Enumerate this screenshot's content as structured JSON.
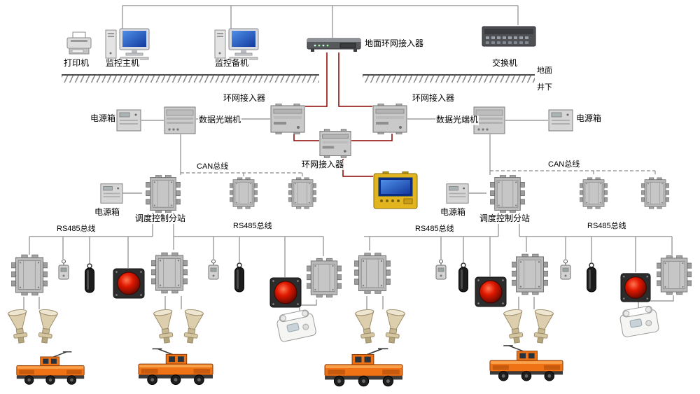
{
  "surface": {
    "printer_label": "打印机",
    "monitor_host_label": "监控主机",
    "monitor_backup_label": "监控备机",
    "ring_access_label": "地面环网接入器",
    "switch_label": "交换机"
  },
  "boundary": {
    "ground_label": "地面",
    "underground_label": "井下"
  },
  "underground": {
    "ring_access_label": "环网接入器",
    "optical_terminal_label": "数据光端机",
    "power_box_label": "电源箱",
    "can_bus_label": "CAN总线",
    "dispatch_substation_label": "调度控制分站",
    "rs485_bus_label": "RS485总线"
  },
  "colors": {
    "wire_gray": "#8a8a8a",
    "ring_wire_red": "#8b0000",
    "terminal_yellow": "#e2b41e",
    "signal_light_red": "#e01800",
    "locomotive_orange": "#ef7215"
  }
}
